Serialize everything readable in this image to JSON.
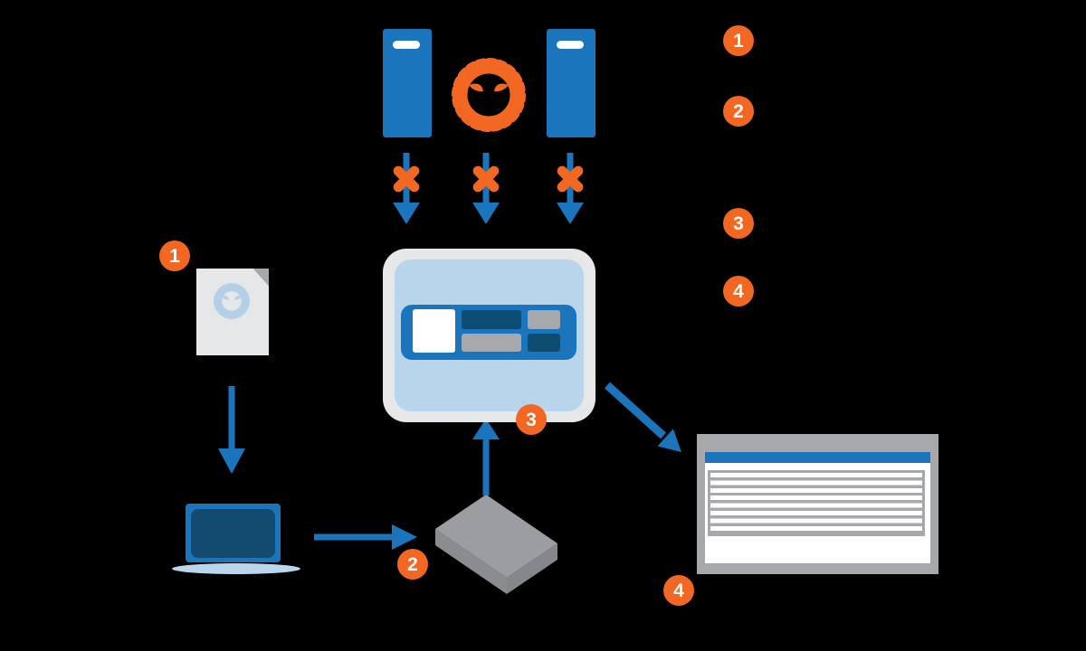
{
  "diagram": {
    "legend_badges": [
      {
        "label": "1"
      },
      {
        "label": "2"
      },
      {
        "label": "3"
      },
      {
        "label": "4"
      }
    ],
    "step_badges": {
      "document": "1",
      "relay": "2",
      "appliance": "3",
      "report": "4"
    }
  },
  "colors": {
    "background": "#000000",
    "blue": "#1b75bc",
    "navy": "#0e4c72",
    "orange": "#f26822",
    "light_blue": "#b9d5eb",
    "pale_blue_virus": "#b4cfe8",
    "light_gray": "#e6e7e8",
    "mid_gray": "#a6a8ab",
    "white": "#ffffff"
  }
}
